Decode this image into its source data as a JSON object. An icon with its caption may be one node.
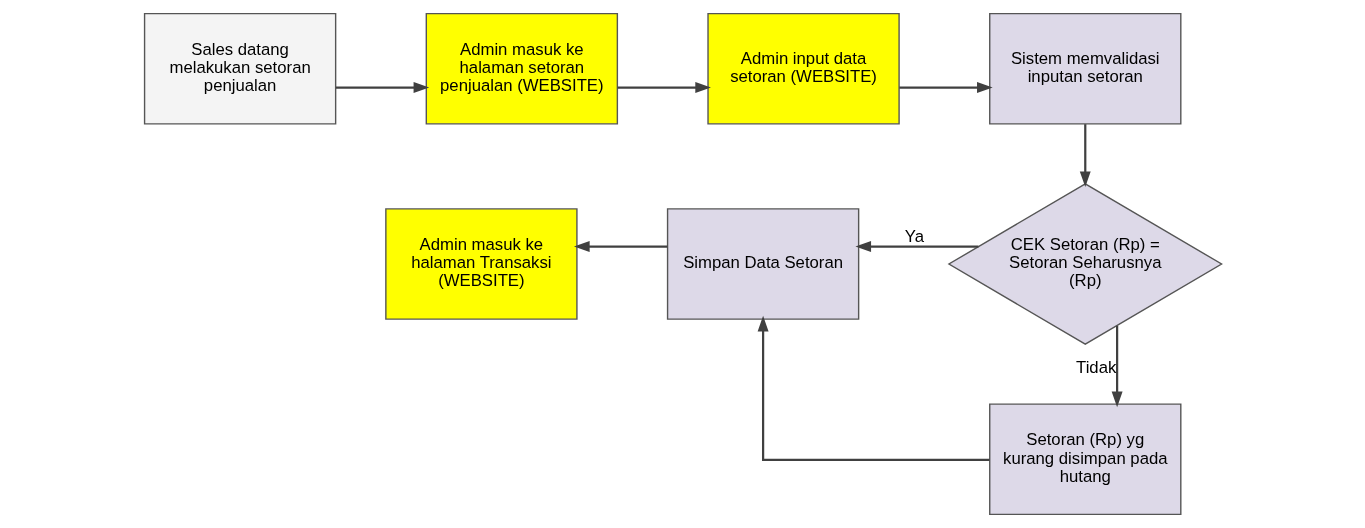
{
  "diagram": {
    "nodes": [
      {
        "text": [
          "Sales datang melakukan setoran penjualan"
        ]
      },
      {
        "text": [
          "Admin masuk ke halaman setoran penjualan (WEBSITE)"
        ]
      },
      {
        "text": [
          "Admin input data setoran (WEBSITE)"
        ]
      },
      {
        "text": [
          "Sistem memvalidasi inputan setoran"
        ]
      },
      {
        "text": [
          "CEK Setoran (Rp) = Setoran Seharusnya (Rp)"
        ]
      },
      {
        "text": [
          "Simpan Data Setoran"
        ]
      },
      {
        "text": [
          "Admin masuk ke halaman Transaksi (WEBSITE)"
        ]
      },
      {
        "text": [
          "Setoran (Rp) yg kurang disimpan pada hutang"
        ]
      }
    ],
    "edges": [
      {
        "from": 0,
        "to": 1,
        "arrow": "to"
      },
      {
        "from": 1,
        "to": 2,
        "arrow": "to"
      },
      {
        "from": 2,
        "to": 3,
        "arrow": "to"
      },
      {
        "from": 3,
        "to": 4,
        "arrow": "to"
      },
      {
        "from": 4,
        "to": 5,
        "label": "Ya",
        "arrow": "to"
      },
      {
        "from": 5,
        "to": 6,
        "arrow": "to"
      },
      {
        "from": 4,
        "to": 7,
        "label": "Tidak",
        "arrow": "to"
      },
      {
        "from": 7,
        "to": 5,
        "arrow": "to"
      }
    ]
  }
}
